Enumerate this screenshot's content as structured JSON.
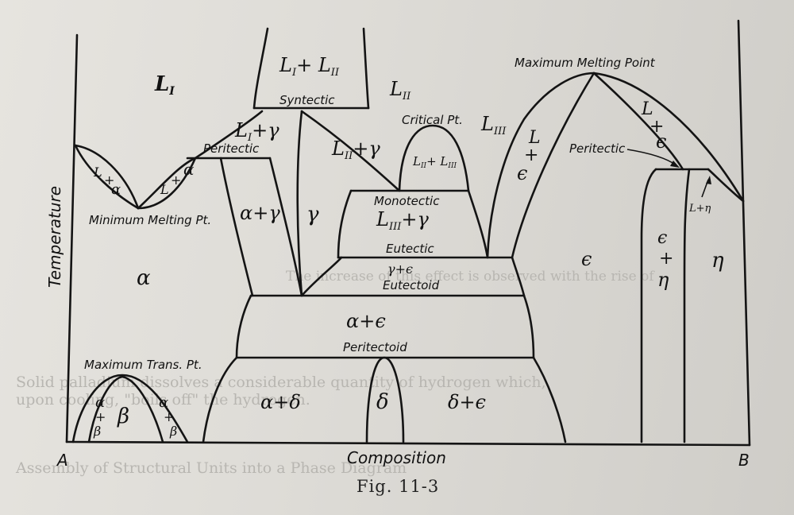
{
  "figure": {
    "caption": "Fig. 11-3",
    "xlabel": "Composition",
    "ylabel": "Temperature",
    "end_left": "A",
    "end_right": "B"
  },
  "points": {
    "syntectic": "Syntectic",
    "critical": "Critical Pt.",
    "max_melting": "Maximum Melting Point",
    "peritectic_left": "Peritectic",
    "peritectic_right": "Peritectic",
    "min_melting": "Minimum Melting Pt.",
    "monotectic": "Monotectic",
    "eutectic": "Eutectic",
    "eutectoid": "Eutectoid",
    "peritectoid": "Peritectoid",
    "max_trans": "Maximum Trans. Pt."
  },
  "phases": {
    "L1": "L",
    "L1_sub": "I",
    "L1_L2_a": "L",
    "L1_L2_b": "+ L",
    "L1_L2_sub1": "I",
    "L1_L2_sub2": "II",
    "L2": "L",
    "L2_sub": "II",
    "L3": "L",
    "L3_sub": "III",
    "L1_gamma_a": "L",
    "L1_gamma_sub": "I",
    "L1_gamma_b": "+γ",
    "L2_gamma_a": "L",
    "L2_gamma_sub": "II",
    "L2_gamma_b": "+γ",
    "L2_L3_a": "L",
    "L2_L3_sub1": "II",
    "L2_L3_b": "+ L",
    "L2_L3_sub2": "III",
    "L3_gamma_a": "L",
    "L3_gamma_sub": "III",
    "L3_gamma_b": "+γ",
    "L_alpha_left_1": "L",
    "L_alpha_left_2": "+",
    "L_alpha_left_3": "α",
    "L_alpha_right_1": "L",
    "L_alpha_right_2": "+",
    "L_alpha_right_3": "α",
    "alpha_gamma": "α+γ",
    "gamma": "γ",
    "gamma_eps": "γ+ϵ",
    "alpha": "α",
    "alpha_eps": "α+ϵ",
    "alpha_delta": "α+δ",
    "delta": "δ",
    "delta_eps": "δ+ϵ",
    "L_eps_left_1": "L",
    "L_eps_left_2": "+",
    "L_eps_left_3": "ϵ",
    "L_eps_right_1": "L",
    "L_eps_right_2": "+",
    "L_eps_right_3": "ϵ",
    "eps": "ϵ",
    "eps_eta_1": "ϵ",
    "eps_eta_2": "+",
    "eps_eta_3": "η",
    "eta": "η",
    "L_eta": "L+η",
    "alpha_beta_left_1": "α",
    "alpha_beta_left_2": "+",
    "alpha_beta_left_3": "β",
    "beta": "β",
    "alpha_beta_right_1": "α",
    "alpha_beta_right_2": "+",
    "alpha_beta_right_3": "β"
  }
}
